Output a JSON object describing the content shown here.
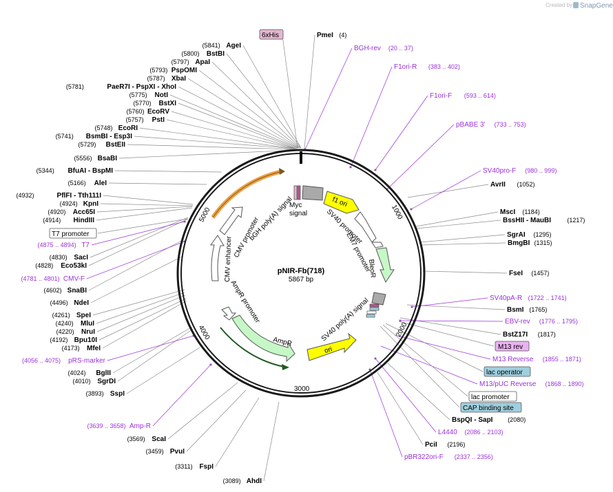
{
  "header": {
    "created_by": "Created by",
    "brand": "SnapGene"
  },
  "plasmid": {
    "name": "pNIR-Fb(718)",
    "size": "5867 bp"
  },
  "ticks": [
    "1000",
    "2000",
    "3000",
    "4000",
    "5000"
  ],
  "enzymes_top": [
    {
      "pos": "(5841)",
      "name": "AgeI"
    },
    {
      "pos": "(5800)",
      "name": "BstBI"
    },
    {
      "pos": "(5797)",
      "name": "ApaI"
    },
    {
      "pos": "(5793)",
      "name": "PspOMI"
    },
    {
      "pos": "(5787)",
      "name": "XbaI"
    },
    {
      "pos": "(5781)",
      "name": "PaeR7I - PspXI - XhoI"
    },
    {
      "pos": "(5775)",
      "name": "NotI"
    },
    {
      "pos": "(5770)",
      "name": "BstXI"
    },
    {
      "pos": "(5760)",
      "name": "EcoRV"
    },
    {
      "pos": "(5757)",
      "name": "PstI"
    },
    {
      "pos": "(5748)",
      "name": "EcoRI"
    },
    {
      "pos": "(5741)",
      "name": "BsmBI - Esp3I"
    },
    {
      "pos": "(5729)",
      "name": "BstEII"
    }
  ],
  "enzymes_left": [
    {
      "pos": "(5556)",
      "name": "BsaBI"
    },
    {
      "pos": "(5344)",
      "name": "BfuAI - BspMI"
    },
    {
      "pos": "(5166)",
      "name": "AleI"
    },
    {
      "pos": "(4932)",
      "name": "PflFI - Tth111I"
    },
    {
      "pos": "(4924)",
      "name": "KpnI"
    },
    {
      "pos": "(4920)",
      "name": "Acc65I"
    },
    {
      "pos": "(4914)",
      "name": "HindIII"
    },
    {
      "pos": "(4830)",
      "name": "SacI"
    },
    {
      "pos": "(4828)",
      "name": "Eco53kI"
    },
    {
      "pos": "(4602)",
      "name": "SnaBI"
    },
    {
      "pos": "(4496)",
      "name": "NdeI"
    },
    {
      "pos": "(4261)",
      "name": "SpeI"
    },
    {
      "pos": "(4240)",
      "name": "MluI"
    },
    {
      "pos": "(4220)",
      "name": "NruI"
    },
    {
      "pos": "(4192)",
      "name": "Bpu10I"
    },
    {
      "pos": "(4173)",
      "name": "MfeI"
    },
    {
      "pos": "(4024)",
      "name": "BglII"
    },
    {
      "pos": "(4010)",
      "name": "SgrDI"
    },
    {
      "pos": "(3893)",
      "name": "SspI"
    },
    {
      "pos": "(3569)",
      "name": "ScaI"
    },
    {
      "pos": "(3459)",
      "name": "PvuI"
    },
    {
      "pos": "(3311)",
      "name": "FspI"
    },
    {
      "pos": "(3089)",
      "name": "AhdI"
    }
  ],
  "enzymes_right": [
    {
      "name": "PmeI",
      "pos": "(4)"
    },
    {
      "name": "AvrII",
      "pos": "(1052)"
    },
    {
      "name": "MscI",
      "pos": "(1184)"
    },
    {
      "name": "BssHII - MauBI",
      "pos": "(1217)"
    },
    {
      "name": "SgrAI",
      "pos": "(1295)"
    },
    {
      "name": "BmgBI",
      "pos": "(1315)"
    },
    {
      "name": "FseI",
      "pos": "(1457)"
    },
    {
      "name": "BsmI",
      "pos": "(1765)"
    },
    {
      "name": "BstZ17I",
      "pos": "(1817)"
    },
    {
      "name": "BspQI - SapI",
      "pos": "(2080)"
    },
    {
      "name": "PciI",
      "pos": "(2196)"
    }
  ],
  "primers_right": [
    {
      "name": "BGH-rev",
      "range": "(20 .. 37)"
    },
    {
      "name": "F1ori-R",
      "range": "(383 .. 402)"
    },
    {
      "name": "F1ori-F",
      "range": "(593 .. 614)"
    },
    {
      "name": "pBABE 3'",
      "range": "(733 .. 753)"
    },
    {
      "name": "SV40pro-F",
      "range": "(980 .. 999)"
    },
    {
      "name": "SV40pA-R",
      "range": "(1722 .. 1741)"
    },
    {
      "name": "EBV-rev",
      "range": "(1776 .. 1795)"
    },
    {
      "name": "M13 Reverse",
      "range": "(1855 .. 1871)"
    },
    {
      "name": "M13/pUC Reverse",
      "range": "(1868 .. 1890)"
    },
    {
      "name": "L4440",
      "range": "(2086 .. 2103)"
    },
    {
      "name": "pBR322ori-F",
      "range": "(2337 .. 2356)"
    }
  ],
  "primers_left": [
    {
      "name": "T7",
      "range": "(4875 .. 4894)"
    },
    {
      "name": "CMV-F",
      "range": "(4781 .. 4801)"
    },
    {
      "name": "pRS-marker",
      "range": "(4056 .. 4075)"
    },
    {
      "name": "Amp-R",
      "range": "(3639 .. 3658)"
    }
  ],
  "boxed_labels": {
    "his": "6xHis",
    "m13rev": "M13 rev",
    "lacop": "lac operator",
    "lacpro": "lac promoter",
    "cap": "CAP binding site",
    "t7pro": "T7 promoter"
  },
  "features": {
    "myc": "Myc",
    "signal": "signal",
    "f1ori": "f1 ori",
    "sv40pro": "SV40 promoter",
    "em7": "EM7 promoter",
    "bleor": "BleoR",
    "sv40pa": "SV40 poly(A) signal",
    "ori": "ori",
    "ampr": "AmpR",
    "amprpro": "AmpR promoter",
    "cmvenh": "CMV enhancer",
    "cmvpro": "CMV promoter",
    "bghpa": "bGH poly(A) signal"
  },
  "colors": {
    "primer": "#9b30d9",
    "f1ori": "#ffff00",
    "ori": "#ffff00",
    "cds": "#c6f7c6",
    "cmv": "#ffffff",
    "bgh": "#a9a9a9",
    "his_box": "#e3b7d0",
    "lac_box": "#9fcfdf",
    "m13_box": "#e9b2f0"
  }
}
